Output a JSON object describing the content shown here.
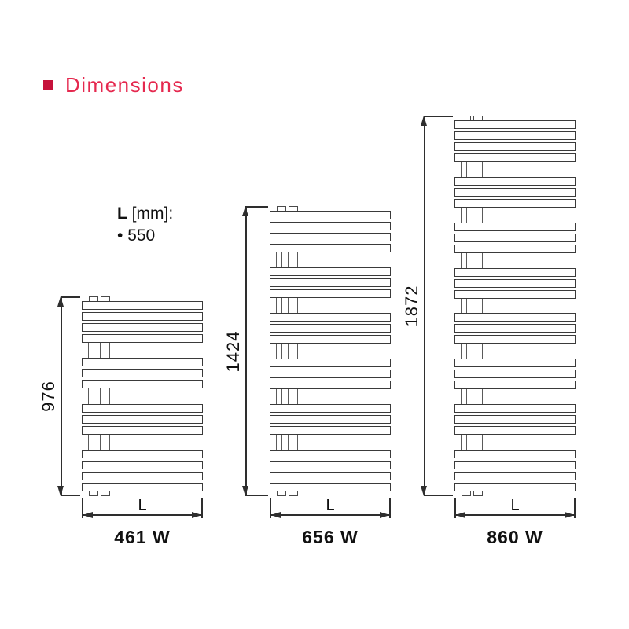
{
  "title": {
    "text": "Dimensions"
  },
  "colors": {
    "accent_bullet": "#c6123b",
    "accent_title": "#e5294f",
    "line": "#2e2e2e"
  },
  "legend": {
    "heading_bold": "L",
    "heading_rest": " [mm]:",
    "item_bullet": "•",
    "item_value": "550"
  },
  "diagram": {
    "width_label": "L",
    "radiators": [
      {
        "id": "radiator-976",
        "height_mm_label": "976",
        "power_label": "461 W",
        "slat_groups": [
          4,
          3,
          3,
          4
        ]
      },
      {
        "id": "radiator-1424",
        "height_mm_label": "1424",
        "power_label": "656 W",
        "slat_groups": [
          4,
          3,
          3,
          3,
          3,
          4
        ]
      },
      {
        "id": "radiator-1872",
        "height_mm_label": "1872",
        "power_label": "860 W",
        "slat_groups": [
          4,
          3,
          3,
          3,
          3,
          3,
          3,
          4
        ]
      }
    ]
  }
}
